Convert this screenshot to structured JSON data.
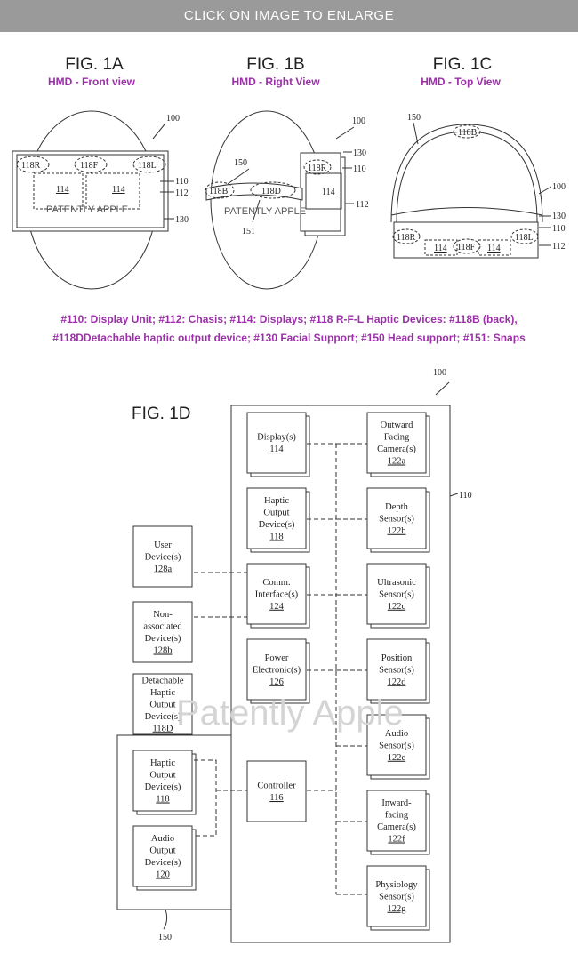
{
  "header": {
    "enlarge_label": "CLICK ON IMAGE TO ENLARGE"
  },
  "figures": [
    {
      "title": "FIG. 1A",
      "subtitle": "HMD - Front view"
    },
    {
      "title": "FIG. 1B",
      "subtitle": "HMD - Right View"
    },
    {
      "title": "FIG. 1C",
      "subtitle": "HMD - Top View"
    }
  ],
  "fig1a": {
    "ref_100": "100",
    "ref_110": "110",
    "ref_112": "112",
    "ref_130": "130",
    "h118R": "118R",
    "h118F": "118F",
    "h118L": "118L",
    "d1": "114",
    "d2": "114",
    "watermark": "PATENTLY APPLE"
  },
  "fig1b": {
    "ref_100": "100",
    "ref_130": "130",
    "ref_110": "110",
    "ref_112": "112",
    "ref_150": "150",
    "ref_151": "151",
    "h118B": "118B",
    "h118D": "118D",
    "h118R": "118R",
    "d1": "114",
    "watermark": "PATENTLY APPLE"
  },
  "fig1c": {
    "ref_150": "150",
    "ref_100": "100",
    "ref_130": "130",
    "ref_110": "110",
    "ref_112": "112",
    "h118B": "118B",
    "h118R": "118R",
    "h118F": "118F",
    "h118L": "118L",
    "d1": "114",
    "d2": "114"
  },
  "caption": {
    "line1": "#110: Display Unit; #112: Chasis; #114: Displays; #118 R-F-L Haptic Devices: #118B (back),",
    "line2": "#118DDetachable haptic output device; #130 Facial Support; #150 Head support; #151: Snaps"
  },
  "fig1d": {
    "title": "FIG. 1D",
    "ref_100": "100",
    "ref_110": "110",
    "ref_150": "150",
    "watermark": "Patently Apple",
    "blocks": {
      "display": {
        "lines": [
          "Display(s)"
        ],
        "num": "114"
      },
      "haptic": {
        "lines": [
          "Haptic",
          "Output",
          "Device(s)"
        ],
        "num": "118"
      },
      "comm": {
        "lines": [
          "Comm.",
          "Interface(s)"
        ],
        "num": "124"
      },
      "power": {
        "lines": [
          "Power",
          "Electronic(s)"
        ],
        "num": "126"
      },
      "controller": {
        "lines": [
          "Controller"
        ],
        "num": "116"
      },
      "outward": {
        "lines": [
          "Outward",
          "Facing",
          "Camera(s)"
        ],
        "num": "122a"
      },
      "depth": {
        "lines": [
          "Depth",
          "Sensor(s)"
        ],
        "num": "122b"
      },
      "ultra": {
        "lines": [
          "Ultrasonic",
          "Sensor(s)"
        ],
        "num": "122c"
      },
      "position": {
        "lines": [
          "Position",
          "Sensor(s)"
        ],
        "num": "122d"
      },
      "audio_sensor": {
        "lines": [
          "Audio",
          "Sensor(s)"
        ],
        "num": "122e"
      },
      "inward": {
        "lines": [
          "Inward-",
          "facing",
          "Camera(s)"
        ],
        "num": "122f"
      },
      "physio": {
        "lines": [
          "Physiology",
          "Sensor(s)"
        ],
        "num": "122g"
      },
      "user": {
        "lines": [
          "User",
          "Device(s)"
        ],
        "num": "128a"
      },
      "nonassoc": {
        "lines": [
          "Non-",
          "associated",
          "Device(s)"
        ],
        "num": "128b"
      },
      "detach": {
        "lines": [
          "Detachable",
          "Haptic",
          "Output",
          "Device(s)"
        ],
        "num": "118D"
      },
      "haptic_ext": {
        "lines": [
          "Haptic",
          "Output",
          "Device(s)"
        ],
        "num": "118"
      },
      "audio_out": {
        "lines": [
          "Audio",
          "Output",
          "Device(s)"
        ],
        "num": "120"
      }
    }
  }
}
